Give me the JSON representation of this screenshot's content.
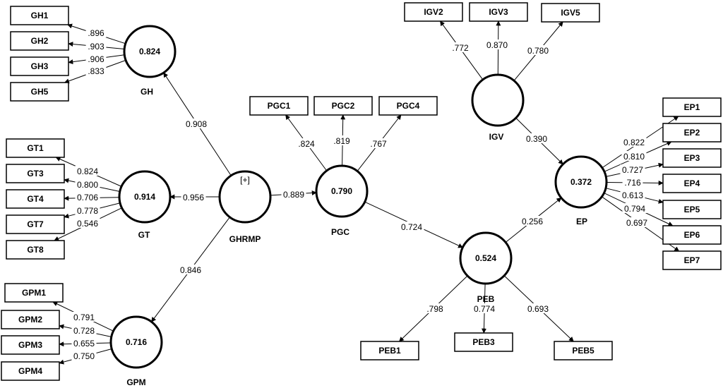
{
  "constructs": [
    {
      "id": "GH",
      "name": "GH",
      "value": "0.824"
    },
    {
      "id": "GT",
      "name": "GT",
      "value": "0.914"
    },
    {
      "id": "GPM",
      "name": "GPM",
      "value": "0.716"
    },
    {
      "id": "GHRMP",
      "name": "GHRMP",
      "value": "",
      "collapse": "[+]"
    },
    {
      "id": "PGC",
      "name": "PGC",
      "value": "0.790"
    },
    {
      "id": "IGV",
      "name": "IGV",
      "value": ""
    },
    {
      "id": "PEB",
      "name": "PEB",
      "value": "0.524"
    },
    {
      "id": "EP",
      "name": "EP",
      "value": "0.372"
    }
  ],
  "indicators": [
    {
      "id": "GH1",
      "construct": "GH",
      "loading": ".896"
    },
    {
      "id": "GH2",
      "construct": "GH",
      "loading": ".903"
    },
    {
      "id": "GH3",
      "construct": "GH",
      "loading": ".906"
    },
    {
      "id": "GH5",
      "construct": "GH",
      "loading": ".833"
    },
    {
      "id": "GT1",
      "construct": "GT",
      "loading": "0.824"
    },
    {
      "id": "GT3",
      "construct": "GT",
      "loading": "0.800"
    },
    {
      "id": "GT4",
      "construct": "GT",
      "loading": "0.706"
    },
    {
      "id": "GT7",
      "construct": "GT",
      "loading": "0.778"
    },
    {
      "id": "GT8",
      "construct": "GT",
      "loading": "0.546"
    },
    {
      "id": "GPM1",
      "construct": "GPM",
      "loading": "0.791"
    },
    {
      "id": "GPM2",
      "construct": "GPM",
      "loading": "0.728"
    },
    {
      "id": "GPM3",
      "construct": "GPM",
      "loading": "0.655"
    },
    {
      "id": "GPM4",
      "construct": "GPM",
      "loading": "0.750"
    },
    {
      "id": "PGC1",
      "construct": "PGC",
      "loading": ".824"
    },
    {
      "id": "PGC2",
      "construct": "PGC",
      "loading": ".819"
    },
    {
      "id": "PGC4",
      "construct": "PGC",
      "loading": ".767"
    },
    {
      "id": "IGV2",
      "construct": "IGV",
      "loading": ".772"
    },
    {
      "id": "IGV3",
      "construct": "IGV",
      "loading": "0.870"
    },
    {
      "id": "IGV5",
      "construct": "IGV",
      "loading": "0.780"
    },
    {
      "id": "PEB1",
      "construct": "PEB",
      "loading": ".798"
    },
    {
      "id": "PEB3",
      "construct": "PEB",
      "loading": "0.774"
    },
    {
      "id": "PEB5",
      "construct": "PEB",
      "loading": "0.693"
    },
    {
      "id": "EP1",
      "construct": "EP",
      "loading": "0.822"
    },
    {
      "id": "EP2",
      "construct": "EP",
      "loading": "0.810"
    },
    {
      "id": "EP3",
      "construct": "EP",
      "loading": "0.727"
    },
    {
      "id": "EP4",
      "construct": "EP",
      "loading": ".716"
    },
    {
      "id": "EP5",
      "construct": "EP",
      "loading": "0.613"
    },
    {
      "id": "EP6",
      "construct": "EP",
      "loading": "0.794"
    },
    {
      "id": "EP7",
      "construct": "EP",
      "loading": "0.697"
    }
  ],
  "paths": [
    {
      "from": "GHRMP",
      "to": "GH",
      "coef": "0.908"
    },
    {
      "from": "GHRMP",
      "to": "GT",
      "coef": "0.956"
    },
    {
      "from": "GHRMP",
      "to": "GPM",
      "coef": "0.846"
    },
    {
      "from": "GHRMP",
      "to": "PGC",
      "coef": "0.889"
    },
    {
      "from": "PGC",
      "to": "PEB",
      "coef": "0.724"
    },
    {
      "from": "PEB",
      "to": "EP",
      "coef": "0.256"
    },
    {
      "from": "IGV",
      "to": "EP",
      "coef": "0.390"
    }
  ]
}
